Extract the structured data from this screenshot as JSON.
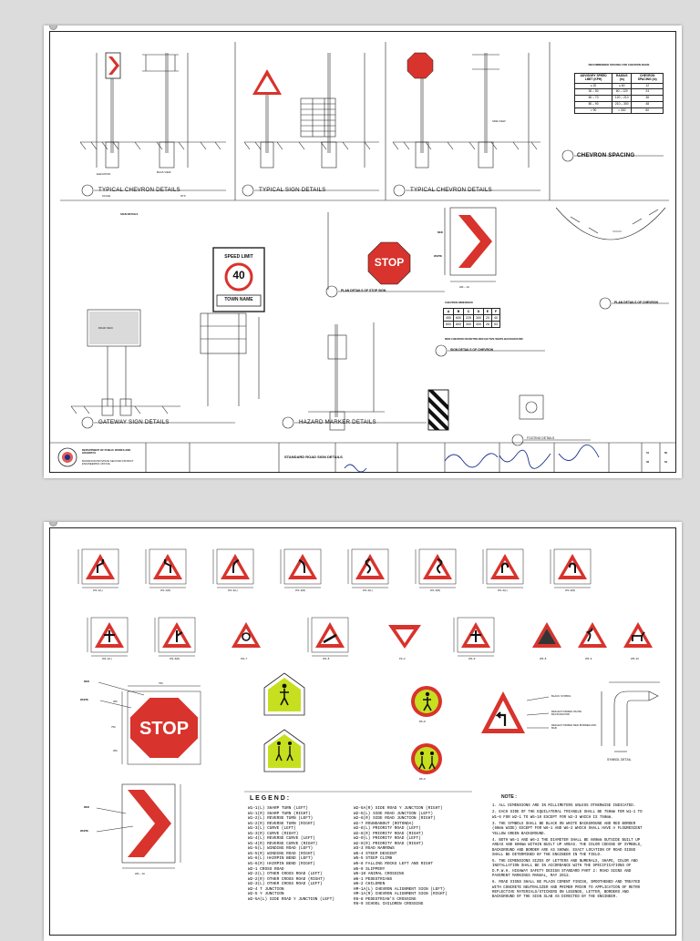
{
  "sheet1": {
    "panels": {
      "chevron_top": "TYPICAL CHEVRON DETAILS",
      "sign_top": "TYPICAL SIGN DETAILS",
      "chevron_top2": "TYPICAL CHEVRON DETAILS",
      "chevron_spacing": "CHEVRON SPACING",
      "stop_plan": "PLAN DETAILS OF STOP SIGN",
      "chevron_plan": "PLAN DETAILS OF CHEVRON",
      "chevron_sign": "SIGN DETAILS OF CHEVRON",
      "gateway": "GATEWAY SIGN DETAILS",
      "hazard": "HAZARD MARKER DETAILS",
      "footing": "FOOTING DETAILS"
    },
    "scale_label": "SCALE",
    "nts_label": "NTS",
    "back_view": "BACK VIEW",
    "elevation": "ELEVATION",
    "side_view": "SIDE VIEW",
    "sign_details": "SIGN DETAILS",
    "speed_limit": {
      "line1": "SPEED LIMIT",
      "value": "40",
      "town": "TOWN NAME"
    },
    "stop_text": "STOP",
    "red_label": "RED",
    "white_label": "WHITE",
    "hm_label": "HM – 1A",
    "road_sign": "ROAD SIGN",
    "spacing_table": {
      "title": "RECOMMENDED SPACING FOR CHEVRON SIGNS",
      "headers": [
        "ADVISORY SPEED LIMIT (KPH)",
        "RADIUS (m)",
        "CHEVRON SPACING (m)"
      ],
      "rows": [
        [
          "≤ 20",
          "≤ 60",
          "12"
        ],
        [
          "30 – 50",
          "60 – 120",
          "24"
        ],
        [
          "60 – 70",
          "120 – 210",
          "36"
        ],
        [
          "80 – 90",
          "210 – 300",
          "48"
        ],
        [
          "> 90",
          "> 300",
          "60"
        ]
      ]
    },
    "chevron_dimension": {
      "title": "CHEVRON DIMENSION",
      "headers": [
        "A",
        "B",
        "C",
        "D",
        "E",
        "F"
      ],
      "rows": [
        [
          "450",
          "600",
          "225",
          "300",
          "20",
          "40"
        ],
        [
          "600",
          "800",
          "300",
          "400",
          "26",
          "53"
        ]
      ]
    },
    "red_chevron_note": "RED CHEVRON ON RETRO-REFLECTIVE WHITE BACKGROUND",
    "title_block": {
      "agency": "DEPARTMENT OF PUBLIC WORKS AND HIGHWAYS",
      "office": "BUKIDNON PROVINCE SECOND DISTRICT ENGINEERING OFFICE",
      "sheet_title": "STANDARD ROAD SIGN DETAILS",
      "sheet_no": "01",
      "sheet_of": "02",
      "set_no": "60",
      "set_of": "64"
    }
  },
  "sheet2": {
    "row1_labels": [
      "W1–1(L)",
      "W1–1(R)",
      "W1–2(L)",
      "W1–2(R)",
      "W1–3(L)",
      "W1–3(R)",
      "W1–4(L)",
      "W1–4(R)"
    ],
    "row2_labels": [
      "W2–1(L)",
      "W2–6(R)",
      "W2–7",
      "W2–8",
      "P2–2",
      "W2–9",
      "W5–8",
      "W5–9",
      "W5–10"
    ],
    "stop_text": "STOP",
    "red_label": "RED",
    "white_label": "WHITE",
    "dim_750a": "750",
    "dim_750b": "750",
    "dim_250a": "250",
    "dim_250b": "250",
    "hm_label": "HM – 1A",
    "black_symbol": "BLACK SYMBOL",
    "reflect_white": "REFLECTORIZED WHITE BACKGROUND",
    "reflect_red": "REFLECTORIZED RED BORDER AND BAR",
    "symbol_detail": "SYMBOL DETAIL",
    "r5_labels": [
      "R5–8",
      "R5–9"
    ],
    "legend_title": "L E G E N D :",
    "legend_col1": [
      "W1–1(L)  SHARP TURN (LEFT)",
      "W1–1(R)  SHARP TURN (RIGHT)",
      "W1–2(L)  REVERSE TURN (LEFT)",
      "W1–2(R)  REVERSE TURN (RIGHT)",
      "W1–3(L)  CURVE (LEFT)",
      "W1–3(R)  CURVE (RIGHT)",
      "W1–4(L)  REVERSE CURVE (LEFT)",
      "W1–4(R)  REVERSE CURVE (RIGHT)",
      "W1–5(L)  WINDING ROAD (LEFT)",
      "W1–5(R)  WINDING ROAD (RIGHT)",
      "W1–6(L)  HAIRPIN BEND (LEFT)",
      "W1–6(R)  HAIRPIN BEND (RIGHT)",
      "W2–1     CROSS ROAD",
      "W2–2(L)  OTHER CROSS ROAD (LEFT)",
      "W2–2(R)  OTHER CROSS ROAD (RIGHT)",
      "W2–3(L)  OTHER CROSS ROAD (LEFT)",
      "W2–4     T JUNCTION",
      "W2–5     Y JUNCTION",
      "W2–5A(L) SIDE ROAD Y JUNCTION (LEFT)"
    ],
    "legend_col2": [
      "W2–5A(R) SIDE ROAD Y JUNCTION (RIGHT)",
      "W2–6(L)  SIDE ROAD JUNCTION (LEFT)",
      "W2–6(R)  SIDE ROAD JUNCTION (RIGHT)",
      "W2–7     ROUNDABOUT (ROTONDA)",
      "W2–8(L)  PRIORITY ROAD (LEFT)",
      "W2–8(R)  PRIORITY ROAD (RIGHT)",
      "W2–9(L)  PRIORITY ROAD (LEFT)",
      "W2–9(R)  PRIORITY ROAD (RIGHT)",
      "W3–3     ROAD NARROWS",
      "W5–4     STEEP DESCENT",
      "W5–5     STEEP CLIMB",
      "W5–8     FALLING ROCKS LEFT AND RIGHT",
      "W5–9     SLIPPERY",
      "W5–10    ANIMAL CROSSING",
      "W6–1     PEDESTRIANS",
      "W6–2     CHILDREN",
      "HM–1A(L) CHEVRON ALIGNMENT SIGN (LEFT)",
      "HM–1A(R) CHEVRON ALIGNMENT SIGN (RIGHT)",
      "R6–8     PEDESTRIAN'S CROSSING",
      "R6–9     SCHOOL CHILDREN CROSSING"
    ],
    "note_title": "NOTE :",
    "notes": [
      "1. ALL DIMENSIONS ARE IN MILLIMETERS UNLESS OTHERWISE INDICATED.",
      "2. EACH SIDE OF THE EQUILATERAL TRIANGLE SHALL BE 750mm FOR W1–1 TO W1–6 FOR W2–1 TO W5–10 EXCEPT FOR W2–3 WHICH IS 750mm.",
      "3. THE SYMBOLS SHALL BE BLACK ON WHITE BACKGROUND AND RED BORDER (60mm WIDE) EXCEPT FOR W6–1 AND W6–2 WHICH SHALL HAVE A FLOURESCENT YELLOW GREEN BACKGROUND.",
      "4. BOTH W6–1 AND W6–2 THE DIAMETER SHALL BE 600mm OUTSIDE BUILT UP AREAS AND 600mm WITHIN BUILT UP AREAS. THE COLOR CODING OF SYMBOLS, BACKGROUND AND BORDER ARE AS SHOWN. EXACT LOCATION OF ROAD SIGNS SHALL BE DETERMINED BY THE ENGINEER IN THE FIELD.",
      "5. THE DIMENSIONS SIZES OF LETTERS AND NUMERALS, SHAPE, COLOR AND INSTALLATION SHALL BE IN ACCORDANCE WITH THE SPECIFICATIONS OF D.P.W.H. HIGHWAY SAFETY DESIGN STANDARD PART 2: ROAD SIGNS AND PAVEMENT MARKINGS MANUAL, MAY 2012.",
      "6. ROAD SIGNS SHALL BE PLAIN CEMENT FINISH, SMOOTHENED AND TREATED WITH CONCRETE NEUTRALIZER AND PRIMER PRIOR TO APPLICATION OF RETRO REFLECTIVE MATERIALS/STICKERS ON LEGENDS, LETTER, BORDERS AND BACKGROUND OF THE SIGN SLAB AS DIRECTED BY THE ENGINEER."
    ]
  },
  "colors": {
    "sign_red": "#d8332c",
    "sign_yellow_green": "#c6df1f",
    "ink": "#111111"
  }
}
